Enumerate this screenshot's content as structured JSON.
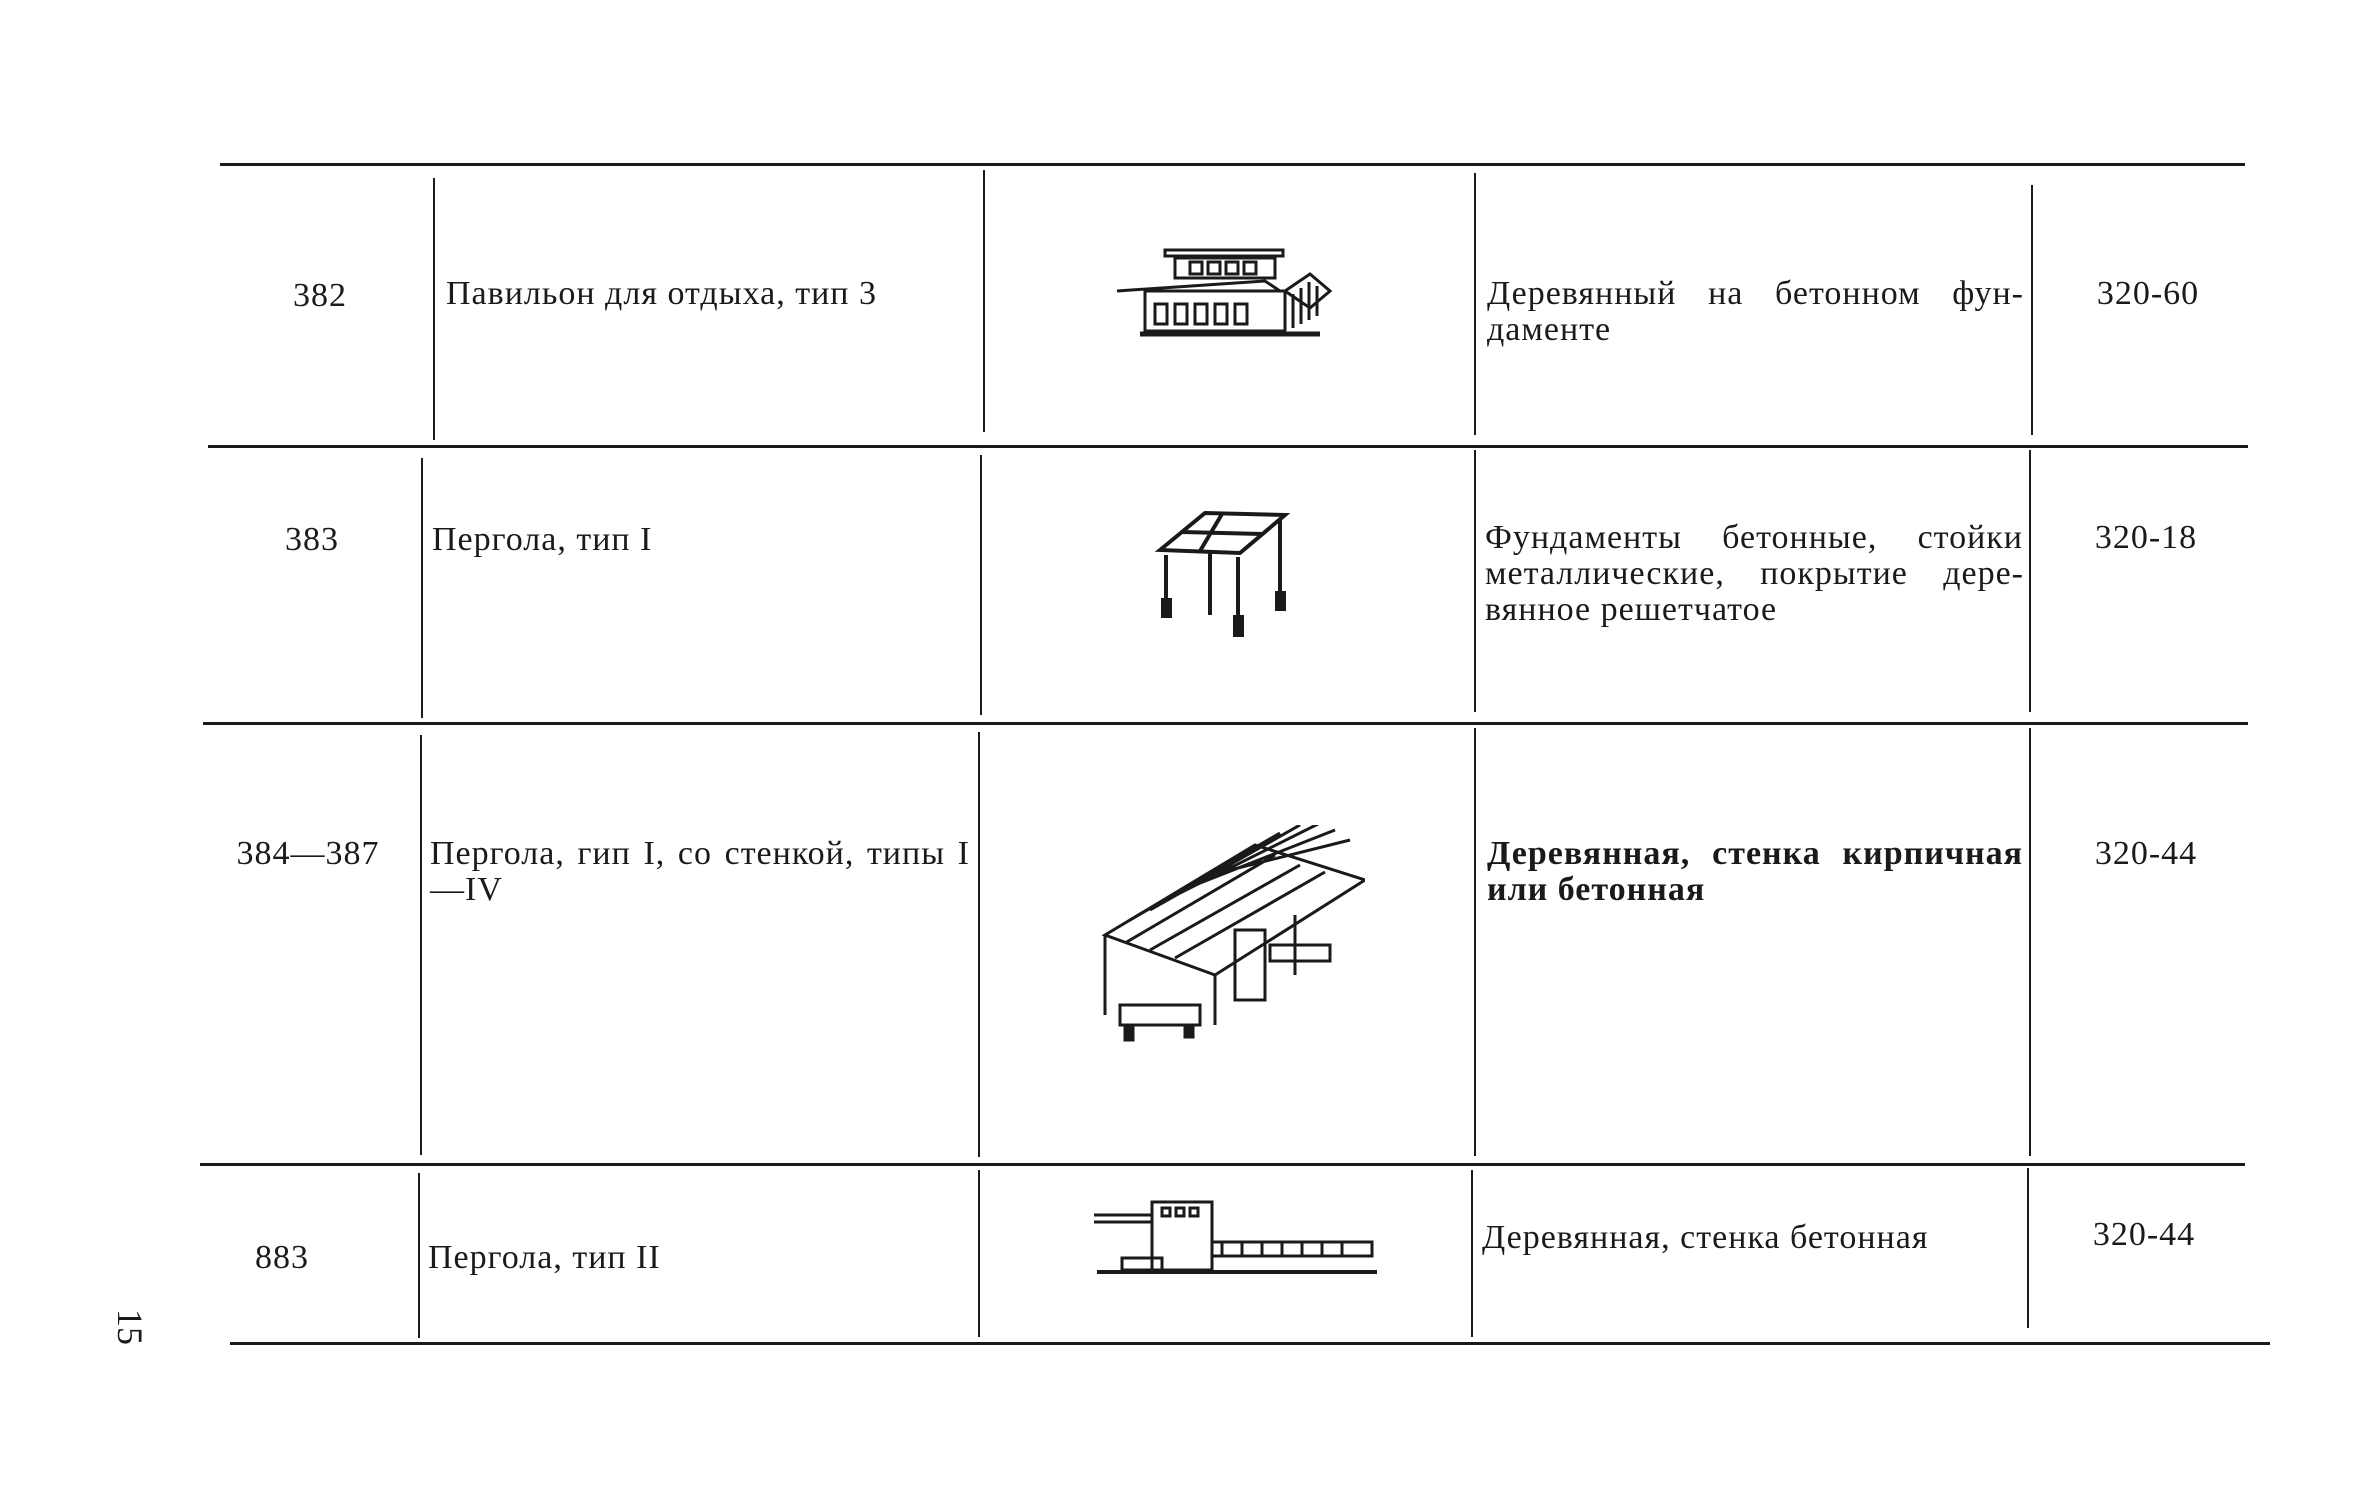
{
  "page_number": "15",
  "rows": [
    {
      "number": "382",
      "name": "Павильон для отдыха, тип 3",
      "picture": "pavilion-icon",
      "material": "Деревянный на бетонном фун­даменте",
      "code": "320-60"
    },
    {
      "number": "383",
      "name": "Пергола, тип I",
      "picture": "pergola-icon",
      "material": "Фундаменты бетонные, стойки металлические, покрытие дере­вянное решетчатое",
      "code": "320-18"
    },
    {
      "number": "384—387",
      "name": "Пергола, гип I, со стенкой, ти­пы I—IV",
      "picture": "pergola-with-wall-icon",
      "material": "Деревянная, стенка кирпичная или бетонная",
      "code": "320-44"
    },
    {
      "number": "883",
      "name": "Пергола, тип II",
      "picture": "pergola-type-2-icon",
      "material": "Деревянная, стенка бетонная",
      "code": "320-44"
    }
  ]
}
